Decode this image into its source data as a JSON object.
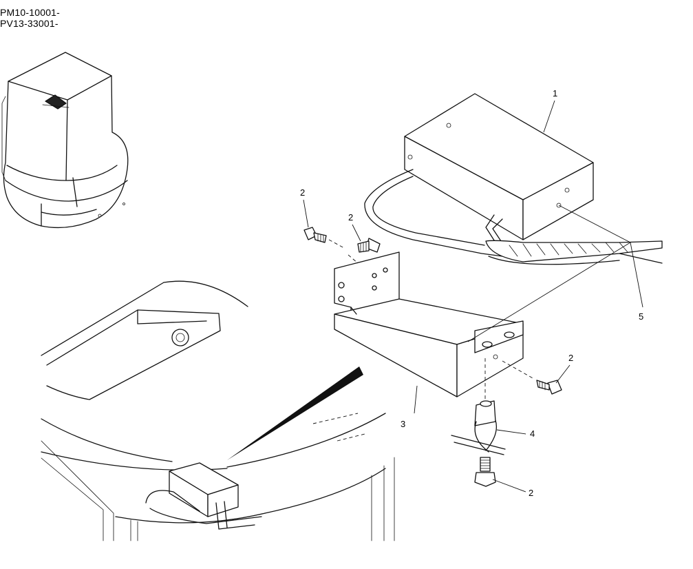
{
  "serial_numbers": [
    "PM10-10001-",
    "PV13-33001-"
  ],
  "callouts": {
    "controller_box": "1",
    "bolt_a": "2",
    "bolt_b": "2",
    "bolt_c": "2",
    "bolt_d": "2",
    "bracket": "3",
    "clamp": "4",
    "harness": "5"
  },
  "colors": {
    "line": "#111111",
    "background": "#ffffff"
  }
}
